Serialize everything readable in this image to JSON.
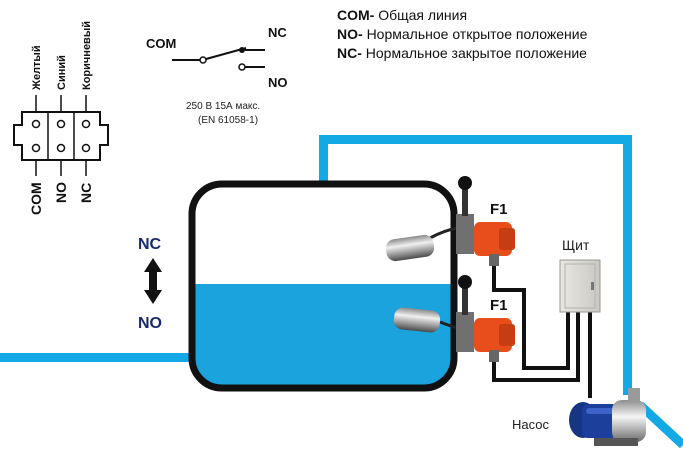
{
  "legend": [
    {
      "code": "COM-",
      "text": "Общая линия"
    },
    {
      "code": "NO-",
      "text": "Нормальное открытое положение"
    },
    {
      "code": "NC-",
      "text": "Нормальное закрытое положение"
    }
  ],
  "switch_diagram": {
    "com_label": "COM",
    "nc_label": "NC",
    "no_label": "NO",
    "rating_line1": "250 В 15А макс.",
    "rating_line2": "(EN 61058-1)"
  },
  "wire_colors": {
    "yellow": "Желтый",
    "blue": "Синий",
    "brown": "Коричневый"
  },
  "terminal_labels": {
    "com": "COM",
    "no": "NO",
    "nc": "NC"
  },
  "direction": {
    "top": "NC",
    "bottom": "NO"
  },
  "sensors": {
    "upper_label": "F1",
    "lower_label": "F1"
  },
  "panel_label": "Щит",
  "pump_label": "Насос",
  "colors": {
    "pipe": "#13a9e4",
    "water": "#1aa3dc",
    "tank_outline": "#111111",
    "accent_navy": "#1a2a6c",
    "sensor_orange": "#e84e1c",
    "pump_blue": "#1c3f9c"
  }
}
